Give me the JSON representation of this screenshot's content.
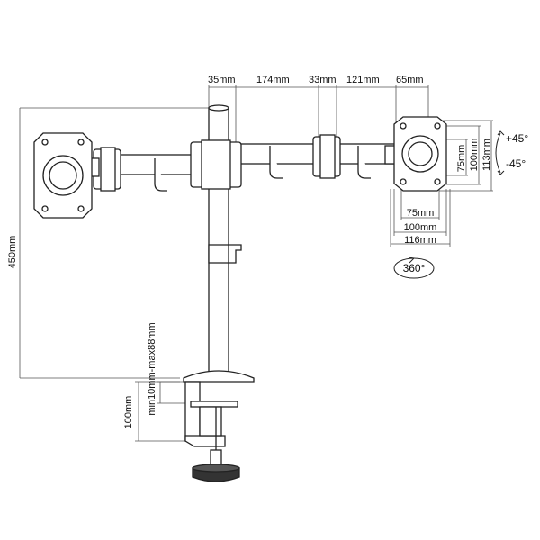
{
  "dimensions": {
    "top_35": "35mm",
    "top_174": "174mm",
    "top_33": "33mm",
    "top_121": "121mm",
    "top_65": "65mm",
    "height_450": "450mm",
    "clamp_thickness": "min10mm-max88mm",
    "clamp_height": "100mm",
    "vesa_75_h": "75mm",
    "vesa_100_h": "100mm",
    "plate_113": "113mm",
    "vesa_75_w": "75mm",
    "vesa_100_w": "100mm",
    "plate_116": "116mm"
  },
  "angles": {
    "tilt_up": "+45°",
    "tilt_down": "-45°",
    "rotation": "360°"
  },
  "colors": {
    "line": "#222222",
    "dimension_line": "#555555",
    "background": "#ffffff"
  }
}
